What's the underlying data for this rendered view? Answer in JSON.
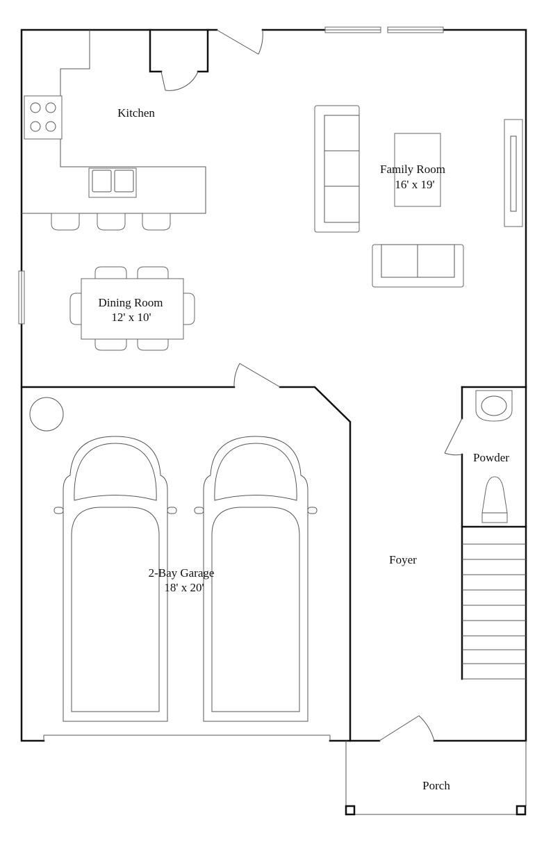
{
  "rooms": {
    "kitchen": {
      "name": "Kitchen"
    },
    "family_room": {
      "name": "Family Room",
      "size": "16' x 19'"
    },
    "dining_room": {
      "name": "Dining Room",
      "size": "12' x 10'"
    },
    "garage": {
      "name": "2-Bay Garage",
      "size": "18' x 20'"
    },
    "powder": {
      "name": "Powder"
    },
    "foyer": {
      "name": "Foyer"
    },
    "porch": {
      "name": "Porch"
    }
  },
  "colors": {
    "wall": "#111111",
    "fixture": "#666666",
    "background": "#ffffff"
  }
}
